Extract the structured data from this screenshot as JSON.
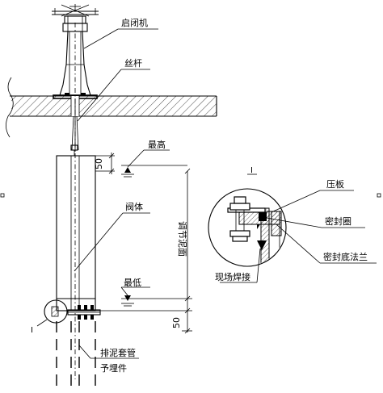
{
  "labels": {
    "hoist": "启闭机",
    "stem": "丝杆",
    "highest": "最高",
    "lowest": "最低",
    "valve_body": "阀体",
    "mud_range": "调节泥面",
    "dim_top": "50",
    "dim_bottom": "50",
    "section_mark_main": "I",
    "section_mark_detail": "I",
    "press_plate": "压板",
    "seal_ring": "密封圈",
    "seal_flange": "密封底法兰",
    "site_weld": "现场焊接",
    "sleeve_line1": "排泥套管",
    "sleeve_line2": "予埋件"
  }
}
